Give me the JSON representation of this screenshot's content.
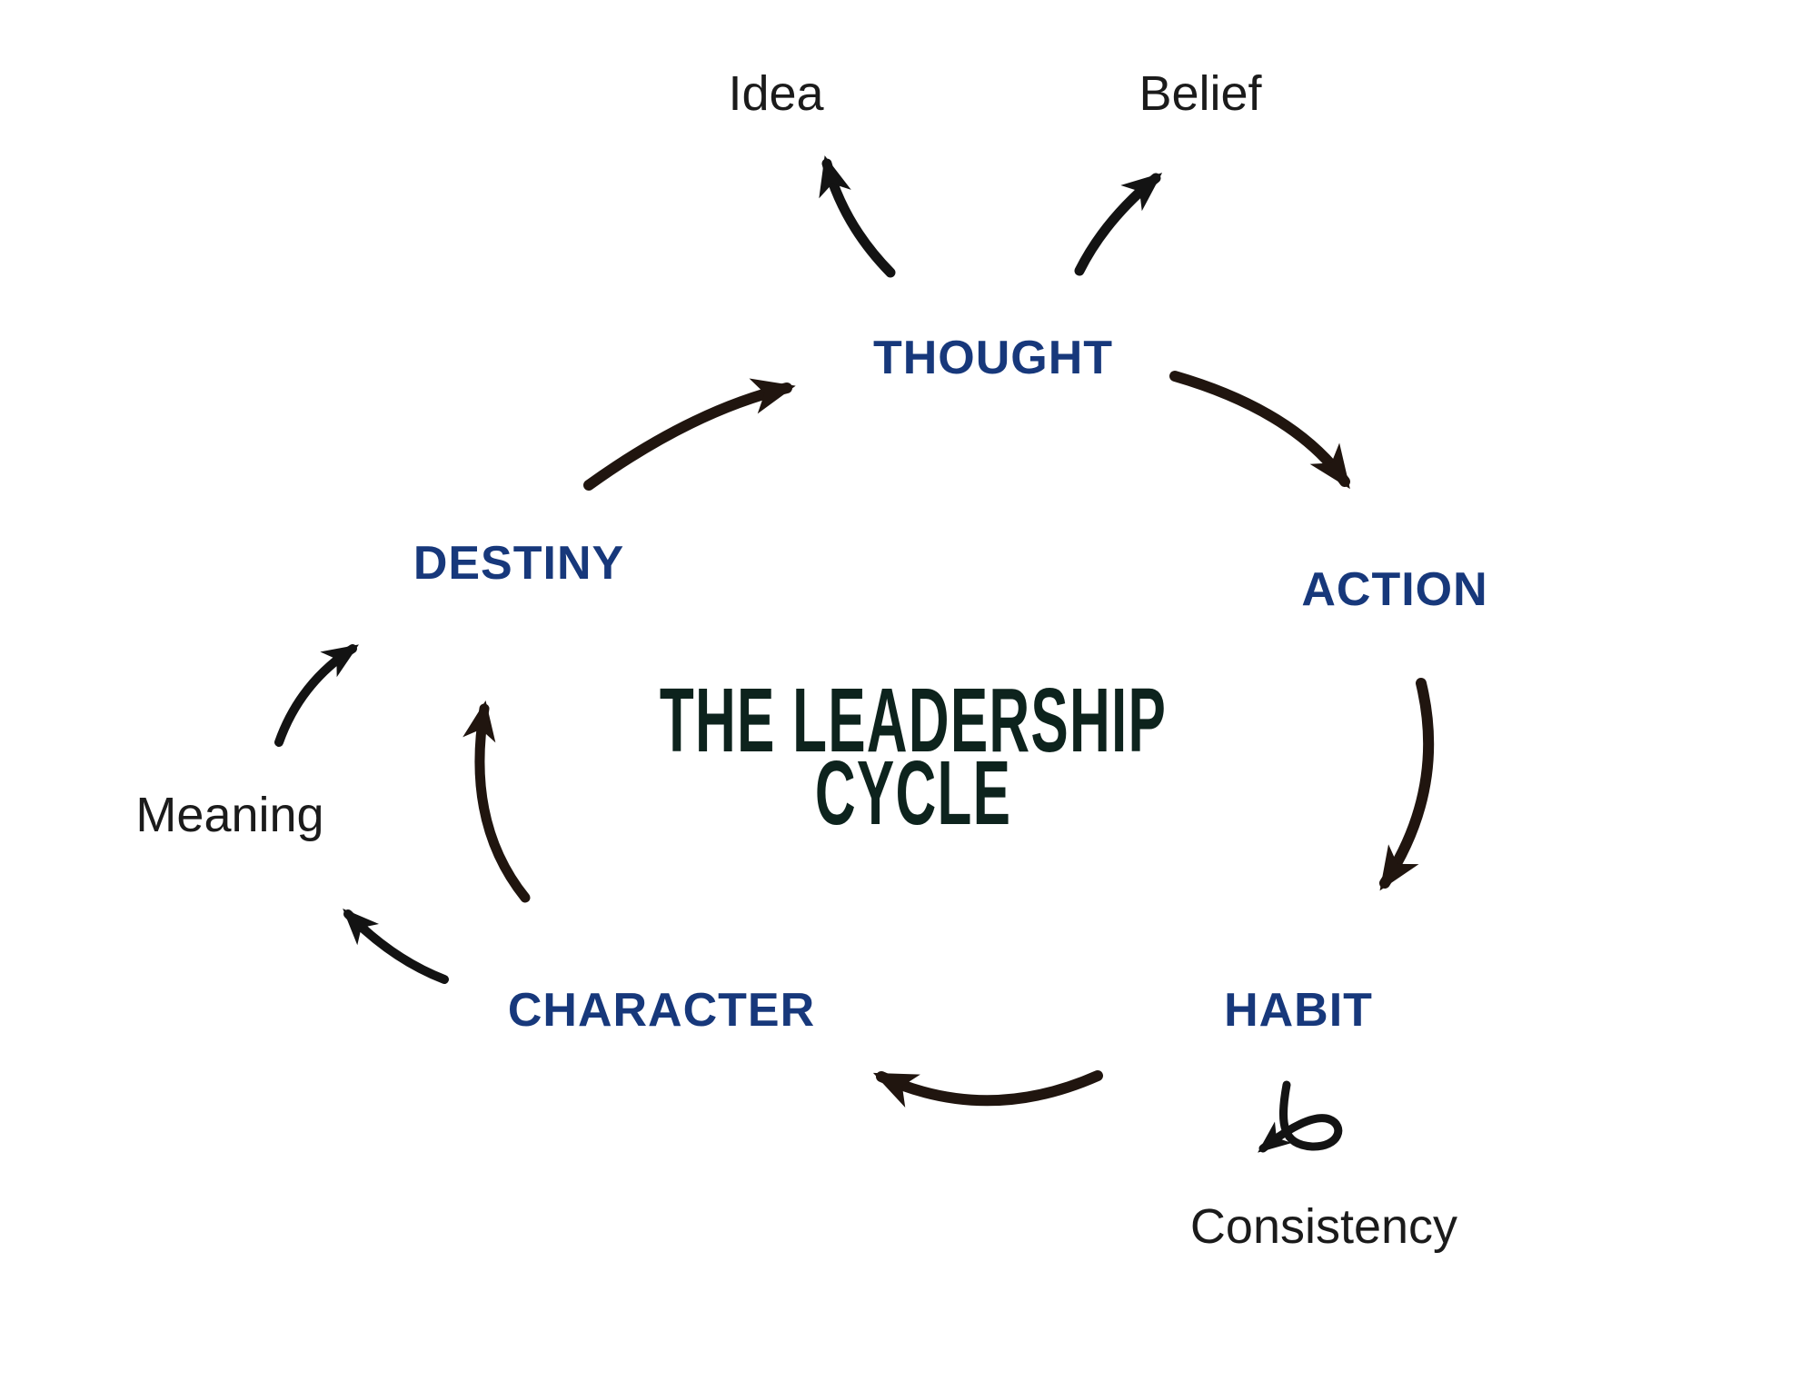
{
  "title": {
    "line1": "THE LEADERSHIP",
    "line2": "CYCLE"
  },
  "nodes": {
    "thought": "THOUGHT",
    "action": "ACTION",
    "habit": "HABIT",
    "character": "CHARACTER",
    "destiny": "DESTINY"
  },
  "satellites": {
    "idea": "Idea",
    "belief": "Belief",
    "meaning": "Meaning",
    "consistency": "Consistency"
  },
  "colors": {
    "background": "#ffffff",
    "node_label": "#17387b",
    "title_text": "#0d231d",
    "satellite_label": "#1b1b1b",
    "arrow_cycle": "#20150f",
    "arrow_satellite": "#131313"
  },
  "diagram": {
    "type": "cycle",
    "sequence": [
      "THOUGHT",
      "ACTION",
      "HABIT",
      "CHARACTER",
      "DESTINY"
    ],
    "arrows": [
      {
        "from": "THOUGHT",
        "to": "Idea"
      },
      {
        "from": "THOUGHT",
        "to": "Belief"
      },
      {
        "from": "THOUGHT",
        "to": "ACTION"
      },
      {
        "from": "ACTION",
        "to": "HABIT"
      },
      {
        "from": "HABIT",
        "to": "Consistency",
        "style": "looped"
      },
      {
        "from": "HABIT",
        "to": "CHARACTER"
      },
      {
        "from": "CHARACTER",
        "to": "Meaning"
      },
      {
        "from": "Meaning",
        "to": "DESTINY"
      },
      {
        "from": "CHARACTER",
        "to": "DESTINY"
      },
      {
        "from": "DESTINY",
        "to": "THOUGHT"
      }
    ]
  }
}
